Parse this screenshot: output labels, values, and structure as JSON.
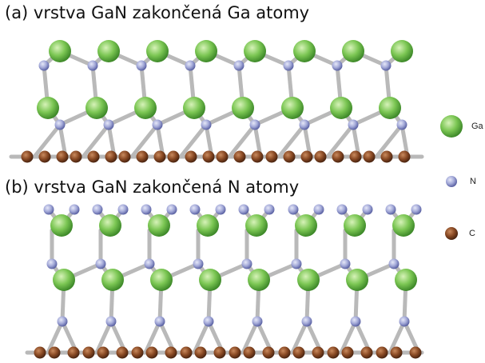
{
  "panel_a": {
    "title": "(a) vrstva GaN zakončená Ga atomy"
  },
  "panel_b": {
    "title": "(b) vrstva GaN zakončená N atomy"
  },
  "legend": {
    "items": [
      {
        "label": "Ga",
        "color": "#7bc653",
        "shadow": "#3f8a2a"
      },
      {
        "label": "N",
        "color": "#a3a9d8",
        "shadow": "#5b62a3"
      },
      {
        "label": "C",
        "color": "#8a4a24",
        "shadow": "#4a2410"
      }
    ]
  },
  "colors": {
    "bond": "#b9b9b9",
    "text": "#111111"
  }
}
